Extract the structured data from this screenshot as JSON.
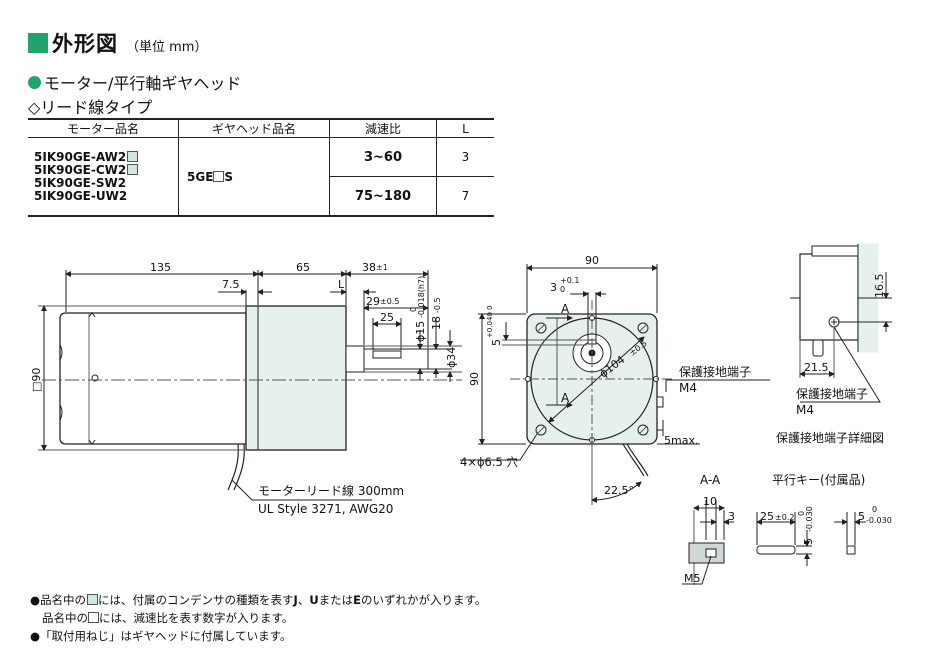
{
  "header": {
    "title": "外形図",
    "unit": "（単位 mm）",
    "subtitle": "モーター/平行軸ギヤヘッド",
    "type": "◇リード線タイプ"
  },
  "table": {
    "headers": [
      "モーター品名",
      "ギヤヘッド品名",
      "減速比",
      "L"
    ],
    "motors": [
      "5IK90GE-AW2",
      "5IK90GE-CW2",
      "5IK90GE-SW2",
      "5IK90GE-UW2"
    ],
    "gearhead_prefix": "5GE",
    "gearhead_suffix": "S",
    "ratios": [
      {
        "ratio": "3~60",
        "L": "3"
      },
      {
        "ratio": "75~180",
        "L": "7"
      }
    ]
  },
  "drawing": {
    "side": {
      "dim_135": "135",
      "dim_65": "65",
      "dim_38": "38",
      "tol_38": "±1",
      "dim_7_5": "7.5",
      "dim_L": "L",
      "dim_29": "29",
      "tol_29": "±0.5",
      "dim_25": "25",
      "dim_phi15": "ϕ15",
      "tol_phi15": "-0.018(h7)",
      "tol_phi15_top": "0",
      "dim_18": "18",
      "tol_18": "-0.5",
      "dim_phi34": "ϕ34",
      "dim_sq90": "□90",
      "lead_label": "モーターリード線 300mm",
      "lead_spec": "UL Style 3271, AWG20"
    },
    "front": {
      "dim_90_top": "90",
      "dim_3": "3",
      "tol_3_top": "+0.1",
      "tol_3_bot": "0",
      "dim_5": "5",
      "tol_5": "+0.040 0",
      "section_A": "A",
      "dim_phi104": "ϕ104",
      "tol_phi104": "±0.5",
      "dim_90_left": "90",
      "holes": "4×ϕ6.5 穴",
      "angle": "22.5°",
      "ground_label": "保護接地端子",
      "ground_screw": "M4",
      "dim_5max": "5max."
    },
    "detail": {
      "dim_16_5": "16.5",
      "dim_21_5": "21.5",
      "ground_label": "保護接地端子",
      "ground_screw": "M4",
      "caption": "保護接地端子詳細図"
    },
    "section_aa": {
      "title": "A-A",
      "dim_10": "10",
      "dim_3": "3",
      "screw": "M5"
    },
    "key": {
      "title": "平行キー(付属品)",
      "dim_25": "25",
      "tol_25": "±0.2",
      "dim_5a": "5",
      "tol_5a": "-0.030",
      "tol_5a_top": "0",
      "dim_5b": "5",
      "tol_5b": "-0.030",
      "tol_5b_top": "0"
    }
  },
  "notes": {
    "note1_a": "●品名中の",
    "note1_b": "には、付属のコンデンサの種類を表す",
    "note1_c": "J",
    "note1_d": "、",
    "note1_e": "U",
    "note1_f": "または",
    "note1_g": "E",
    "note1_h": "のいずれかが入ります。",
    "note2_a": "品名中の",
    "note2_b": "には、減速比を表す数字が入ります。",
    "note3": "●「取付用ねじ」はギヤヘッドに付属しています。"
  },
  "colors": {
    "accent": "#22a36c",
    "gear_fill": "#e6f1ec"
  }
}
